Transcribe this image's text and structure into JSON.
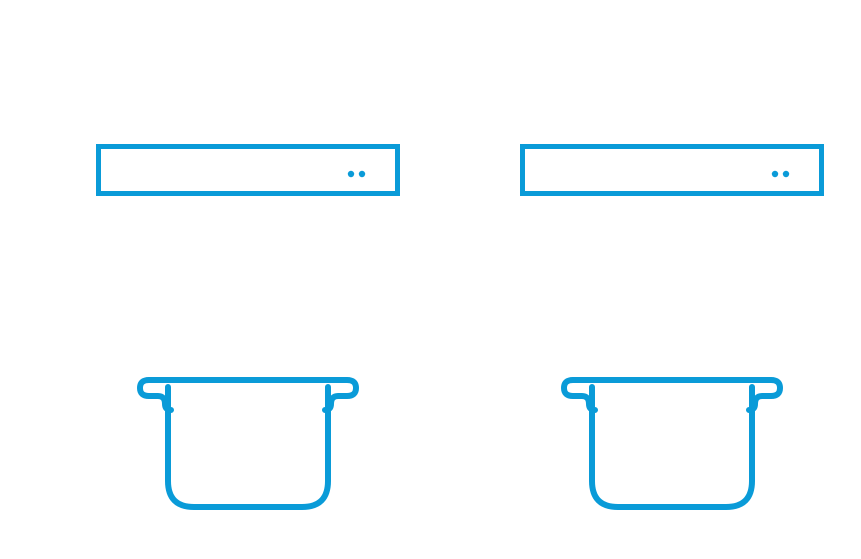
{
  "colors": {
    "accent": "#0a9bd8",
    "background": "#ffffff"
  },
  "icons": [
    {
      "name": "device-unit-icon",
      "position": "top-left",
      "kind": "rack-device",
      "status_dots": 2
    },
    {
      "name": "device-unit-icon",
      "position": "top-right",
      "kind": "rack-device",
      "status_dots": 2
    },
    {
      "name": "cooking-pot-icon",
      "position": "bottom-left",
      "kind": "cooking-pot"
    },
    {
      "name": "cooking-pot-icon",
      "position": "bottom-right",
      "kind": "cooking-pot"
    }
  ]
}
